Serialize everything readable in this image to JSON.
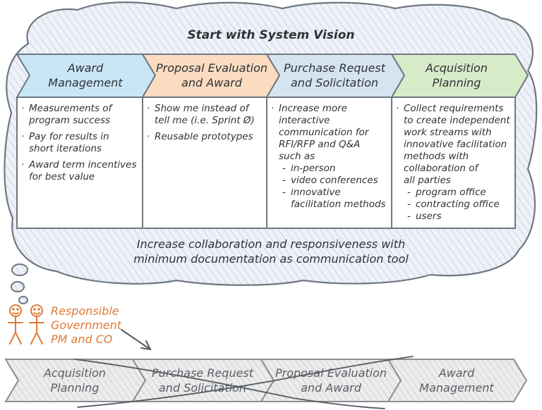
{
  "title": "Start with System Vision",
  "top_process": [
    {
      "label": "Award Management",
      "line1": "Award",
      "line2": "Management"
    },
    {
      "label": "Proposal Evaluation and Award",
      "line1": "Proposal Evaluation",
      "line2": "and Award"
    },
    {
      "label": "Purchase Request and Solicitation",
      "line1": "Purchase Request",
      "line2": "and Solicitation"
    },
    {
      "label": "Acquisition Planning",
      "line1": "Acquisition",
      "line2": "Planning"
    }
  ],
  "columns": [
    {
      "bullets": [
        "Measurements of",
        "program success"
      ],
      "b2": [
        "Pay for results in",
        "short iterations"
      ],
      "b3": [
        "Award term incentives",
        "for best value"
      ]
    },
    {
      "b1": [
        "Show me instead of",
        "tell me (i.e. Sprint Ø)"
      ],
      "b2": "Reusable prototypes"
    },
    {
      "b1": [
        "Increase more",
        "interactive",
        "communication for",
        "RFI/RFP and Q&A",
        "such as"
      ],
      "subs": [
        "in-person",
        "video conferences",
        "innovative",
        "facilitation methods"
      ]
    },
    {
      "b1": [
        "Collect requirements",
        "to create independent",
        "work streams with",
        "innovative facilitation",
        "methods with",
        "collaboration of",
        "all parties"
      ],
      "subs": [
        "program office",
        "contracting office",
        "users"
      ]
    }
  ],
  "bottom_text": [
    "Increase collaboration and responsiveness with",
    "minimum documentation as communication tool"
  ],
  "role_label": [
    "Responsible",
    "Government",
    "PM and CO"
  ],
  "bottom_process": [
    {
      "line1": "Acquisition",
      "line2": "Planning"
    },
    {
      "line1": "Purchase Request",
      "line2": "and Solicitation"
    },
    {
      "line1": "Proposal Evaluation",
      "line2": "and Award"
    },
    {
      "line1": "Award",
      "line2": "Management"
    }
  ],
  "colors": {
    "cloud_fill": "#e8edf5",
    "cloud_stroke": "#6f7780",
    "award_fill": "#c9e6f6",
    "proposal_fill": "#fbdcc0",
    "purchase_fill": "#d6e4f2",
    "acquisition_fill": "#d8ebc9",
    "gray_fill": "#e4e4e4",
    "accent_orange": "#e07b39"
  }
}
